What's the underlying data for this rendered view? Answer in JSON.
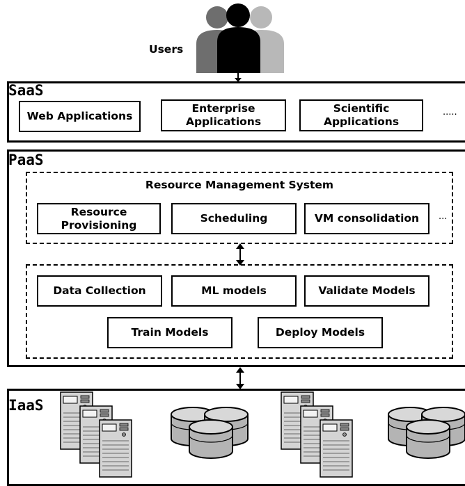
{
  "users": {
    "label": "Users",
    "icon": "users-group-icon"
  },
  "saas": {
    "title": "SaaS",
    "items": [
      "Web Applications",
      "Enterprise\nApplications",
      "Scientific\nApplications"
    ],
    "ellipsis": "....."
  },
  "paas": {
    "title": "PaaS",
    "rms": {
      "title": "Resource Management System",
      "items": [
        "Resource\nProvisioning",
        "Scheduling",
        "VM consolidation"
      ],
      "ellipsis": "..."
    },
    "ml": {
      "items": [
        "Data Collection",
        "ML models",
        "Validate Models",
        "Train Models",
        "Deploy Models"
      ]
    }
  },
  "iaas": {
    "title": "IaaS",
    "icons": [
      "server-stack-icon",
      "database-cluster-icon",
      "server-stack-icon",
      "database-cluster-icon"
    ]
  }
}
